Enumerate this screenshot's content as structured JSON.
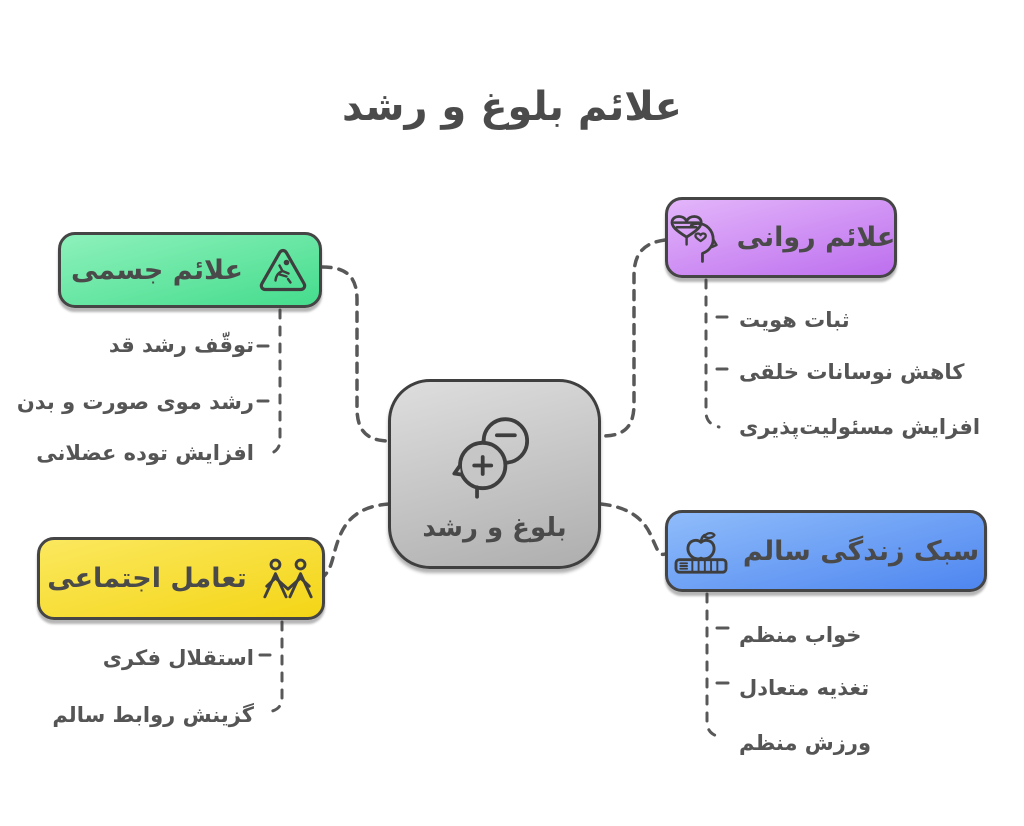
{
  "title": "علائم بلوغ و رشد",
  "center": {
    "label": "بلوغ و رشد",
    "icon": "heads-plus-minus-icon"
  },
  "branches": {
    "physical": {
      "label": "علائم جسمی",
      "icon": "slip-warning-icon",
      "items": [
        "توقّف رشد قد",
        "رشد موی صورت و بدن",
        "افزایش توده عضلانی"
      ]
    },
    "psych": {
      "label": "علائم روانی",
      "icon": "mind-heart-icon",
      "items": [
        "ثبات هویت",
        "کاهش نوسانات خلقی",
        "افزایش مسئولیت‌پذیری"
      ]
    },
    "social": {
      "label": "تعامل اجتماعی",
      "icon": "people-icon",
      "items": [
        "استقلال فکری",
        "گزینش روابط سالم"
      ]
    },
    "lifestyle": {
      "label": "سبک زندگی سالم",
      "icon": "apple-books-icon",
      "items": [
        "خواب منظم",
        "تغذیه متعادل",
        "ورزش منظم"
      ]
    }
  },
  "palette": {
    "physical_top": "#8df1bb",
    "physical_bottom": "#45dc8d",
    "psych_top": "#e3b5fa",
    "psych_bottom": "#bd6fee",
    "social_top": "#fbe85e",
    "social_bottom": "#f4d516",
    "lifestyle_top": "#8fbcfa",
    "lifestyle_bottom": "#4e86f0",
    "center_top": "#dedede",
    "center_bottom": "#aeaeae",
    "outline": "#454545",
    "title_text": "#4b4b4b",
    "item_text": "#555555",
    "connector": "#585858"
  }
}
